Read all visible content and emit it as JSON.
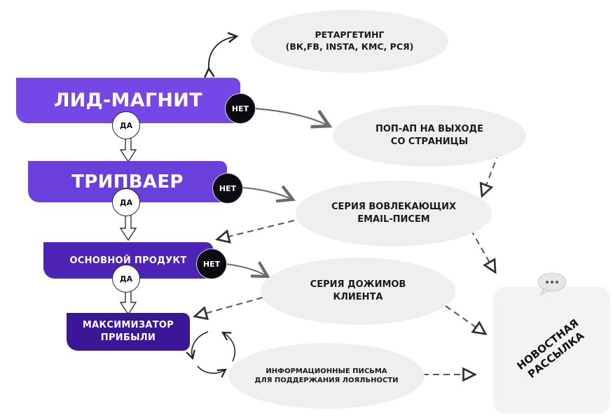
{
  "funnel": {
    "stages": [
      {
        "id": "lead-magnet",
        "lines": [
          "ЛИД-МАГНИТ"
        ],
        "color": "#7547e6"
      },
      {
        "id": "tripwire",
        "lines": [
          "ТРИПВАЕР"
        ],
        "color": "#6a3fdc"
      },
      {
        "id": "core-product",
        "lines": [
          "ОСНОВНОЙ ПРОДУКТ"
        ],
        "color": "#4d23b5"
      },
      {
        "id": "profit-maximizer",
        "lines": [
          "МАКСИМИЗАТОР",
          "ПРИБЫЛИ"
        ],
        "color": "#3b1797"
      }
    ],
    "yes_label": "ДА",
    "no_label": "НЕТ"
  },
  "nodes": {
    "retargeting": {
      "lines": [
        "РЕТАРГЕТИНГ",
        "(ВК,FB, INSTA, КМС, РСЯ)"
      ]
    },
    "exit_popup": {
      "lines": [
        "ПОП-АП НА ВЫХОДЕ",
        "СО СТРАНИЦЫ"
      ]
    },
    "engaging_emails": {
      "lines": [
        "СЕРИЯ ВОВЛЕКАЮЩИХ",
        "EMAIL-ПИСЕМ"
      ]
    },
    "client_pushes": {
      "lines": [
        "СЕРИЯ ДОЖИМОВ",
        "КЛИЕНТА"
      ]
    },
    "loyalty_letters": {
      "lines": [
        "ИНФОРМАЦИОННЫЕ ПИСЬМА",
        "ДЛЯ ПОДДЕРЖАНИЯ ЛОЯЛЬНОСТИ"
      ]
    },
    "newsletter": {
      "lines": [
        "НОВОСТНАЯ",
        "РАССЫЛКА"
      ],
      "icon": "speech-bubble-icon",
      "icon_text": "•••"
    }
  },
  "colors": {
    "ellipse_fill": "#efefef",
    "arrow": "#6b6b6b",
    "dashed": "#555555",
    "no_badge": "#0b0b0f"
  }
}
